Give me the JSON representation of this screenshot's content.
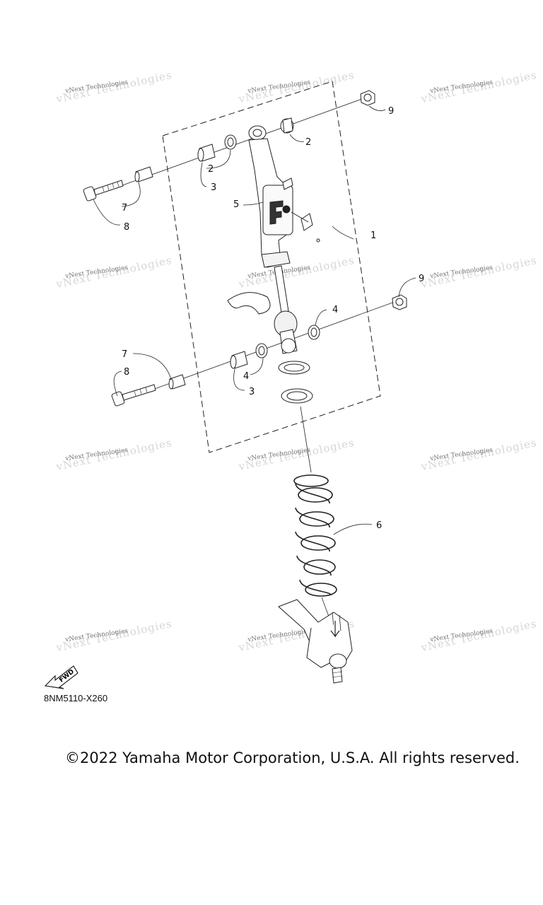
{
  "diagram": {
    "code": "8NM5110-X260",
    "fwd_label": "FWD",
    "callouts": [
      "1",
      "2",
      "2",
      "3",
      "3",
      "4",
      "4",
      "5",
      "6",
      "7",
      "7",
      "8",
      "8",
      "9",
      "9"
    ]
  },
  "footer": {
    "copyright": "©2022 Yamaha Motor Corporation, U.S.A. All rights reserved."
  },
  "watermark": {
    "text": "vNext Technologies",
    "ghost_text": "vNext Technologies"
  }
}
